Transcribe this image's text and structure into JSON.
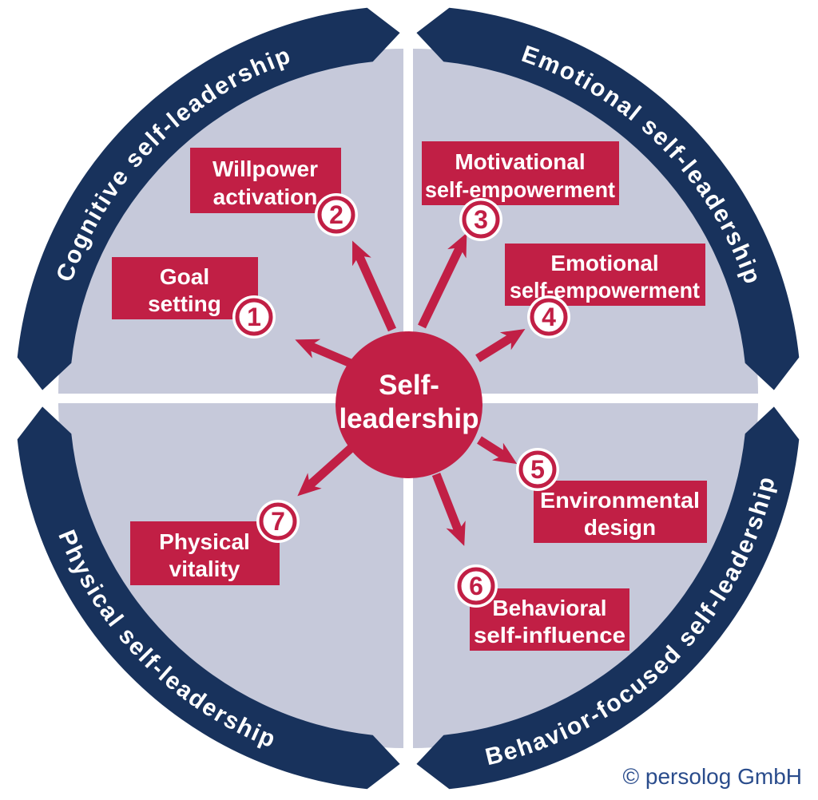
{
  "center": {
    "line1": "Self-",
    "line2": "leadership"
  },
  "arcs": {
    "cognitive": "Cognitive self-leadership",
    "emotional": "Emotional self-leadership",
    "physical": "Physical self-leadership",
    "behavior": "Behavior-focused self-leadership"
  },
  "items": [
    {
      "number": "1",
      "line1": "Goal",
      "line2": "setting"
    },
    {
      "number": "2",
      "line1": "Willpower",
      "line2": "activation"
    },
    {
      "number": "3",
      "line1": "Motivational",
      "line2": "self-empowerment"
    },
    {
      "number": "4",
      "line1": "Emotional",
      "line2": "self-empowerment"
    },
    {
      "number": "5",
      "line1": "Environmental",
      "line2": "design"
    },
    {
      "number": "6",
      "line1": "Behavioral",
      "line2": "self-influence"
    },
    {
      "number": "7",
      "line1": "Physical",
      "line2": "vitality"
    }
  ],
  "copyright": "© persolog GmbH",
  "colors": {
    "navy": "#18325c",
    "crimson": "#c11f45",
    "quadrant": "#c6c9da",
    "copyright_blue": "#2a4c8c"
  }
}
